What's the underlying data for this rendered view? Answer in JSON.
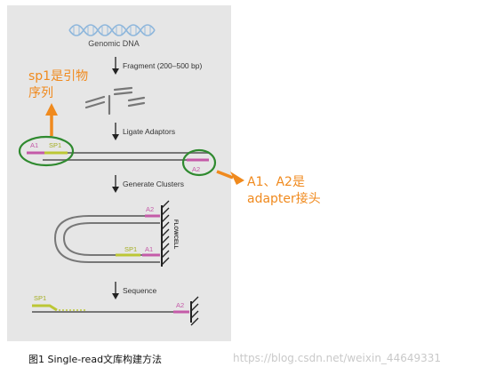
{
  "diagram": {
    "title": "Genomic DNA",
    "steps": [
      "Fragment (200–500 bp)",
      "Ligate Adaptors",
      "Generate Clusters",
      "Sequence"
    ],
    "labels": {
      "a1": "A1",
      "a2": "A2",
      "sp1": "SP1",
      "flowcell": "FLOWCELL"
    }
  },
  "annotations": {
    "sp1_note_line1": "sp1是引物",
    "sp1_note_line2": "序列",
    "adapter_note_line1": "A1、A2是",
    "adapter_note_line2": "adapter接头"
  },
  "caption": "图1  Single-read文库构建方法",
  "watermark": "https://blog.csdn.net/weixin_44649331",
  "colors": {
    "adapter": "#c45aa8",
    "primer": "#bcc735",
    "strand": "#6e6e6e",
    "highlight": "#2f8a2f",
    "annotation": "#f08a1e",
    "dna_helix": "#8fb7dc"
  }
}
